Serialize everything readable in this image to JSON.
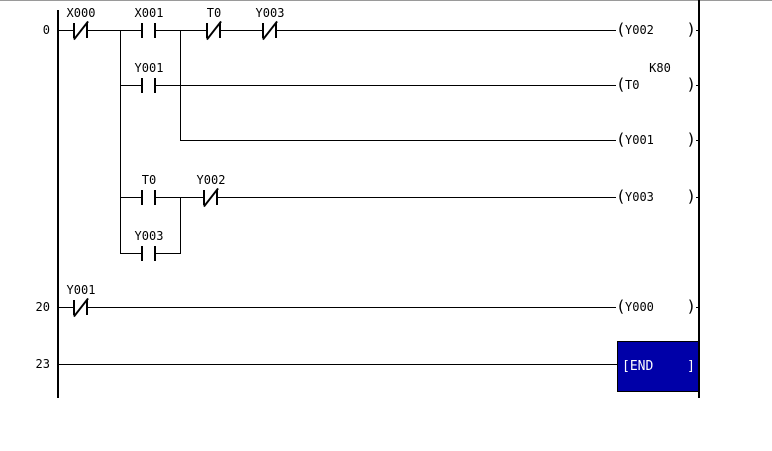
{
  "diagram": {
    "rungs": [
      {
        "number": "0"
      },
      {
        "number": "20"
      },
      {
        "number": "23"
      }
    ],
    "contacts": [
      {
        "label": "X000",
        "type": "normally-closed"
      },
      {
        "label": "X001",
        "type": "normally-open"
      },
      {
        "label": "T0",
        "type": "normally-closed"
      },
      {
        "label": "Y003",
        "type": "normally-closed"
      },
      {
        "label": "Y001",
        "type": "normally-open"
      },
      {
        "label": "T0",
        "type": "normally-open"
      },
      {
        "label": "Y002",
        "type": "normally-closed"
      },
      {
        "label": "Y003",
        "type": "normally-open"
      },
      {
        "label": "Y001",
        "type": "normally-closed"
      }
    ],
    "coils": [
      {
        "label": "Y002"
      },
      {
        "label": "T0",
        "constant": "K80"
      },
      {
        "label": "Y001"
      },
      {
        "label": "Y003"
      },
      {
        "label": "Y000"
      }
    ],
    "symbols": {
      "coil_open": "(",
      "coil_close": ")"
    },
    "end_block": {
      "text": "[END",
      "close": "]",
      "highlight_color": "#0000a8"
    }
  }
}
